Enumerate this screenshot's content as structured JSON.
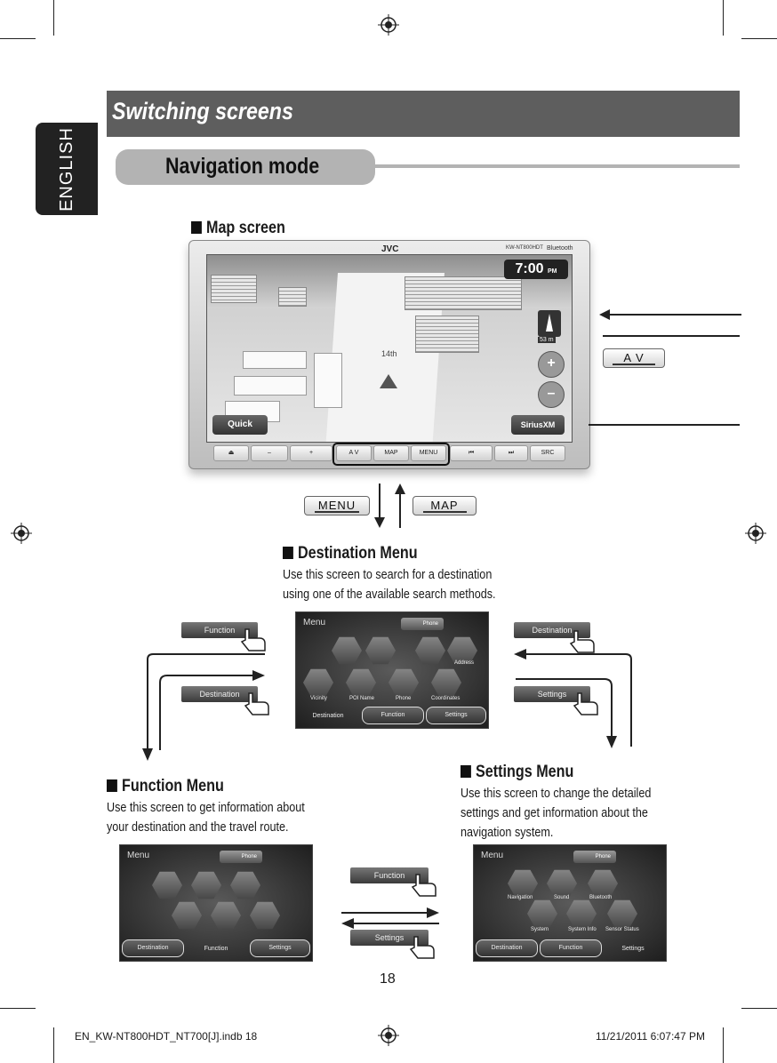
{
  "side_tab": "ENGLISH",
  "title": "Switching screens",
  "subtitle": "Navigation mode",
  "map_section": {
    "heading": "Map screen",
    "unit": {
      "brand": "JVC",
      "model": "KW-NT800HDT",
      "bluetooth": "Bluetooth",
      "clock": "7:00",
      "clock_suffix": "PM",
      "street": "14th",
      "scale": "53 m",
      "quick": "Quick",
      "sirius": "SiriusXM",
      "buttons": {
        "eject": "⏏",
        "minus": "–",
        "plus": "+",
        "av": "A V",
        "map": "MAP",
        "menu": "MENU",
        "prev": "⏮",
        "next": "⏭",
        "src": "SRC"
      }
    },
    "av_button": "A V"
  },
  "menu_button": "MENU",
  "map_button": "MAP",
  "destination_section": {
    "heading": "Destination Menu",
    "desc_line1": "Use this screen to search for a destination",
    "desc_line2": "using one of the available search methods.",
    "screen": {
      "title": "Menu",
      "phone": "Phone",
      "items": [
        "Vicinity",
        "POI Name",
        "Phone",
        "Coordinates",
        "Address"
      ],
      "tabs": [
        "Destination",
        "Function",
        "Settings"
      ]
    }
  },
  "function_section": {
    "heading": "Function Menu",
    "desc_line1": "Use this screen to get information about",
    "desc_line2": "your destination and the travel route.",
    "screen": {
      "title": "Menu",
      "phone": "Phone",
      "tabs": [
        "Destination",
        "Function",
        "Settings"
      ]
    }
  },
  "settings_section": {
    "heading": "Settings Menu",
    "desc_line1": "Use this screen to change the detailed",
    "desc_line2": "settings and get information about the",
    "desc_line3": "navigation system.",
    "screen": {
      "title": "Menu",
      "phone": "Phone",
      "items": [
        "Navigation",
        "Sound",
        "Bluetooth",
        "System",
        "System Info",
        "Sensor Status"
      ],
      "tabs": [
        "Destination",
        "Function",
        "Settings"
      ]
    }
  },
  "tap_buttons": {
    "function": "Function",
    "destination": "Destination",
    "settings": "Settings"
  },
  "page_number": "18",
  "footer_left": "EN_KW-NT800HDT_NT700[J].indb   18",
  "footer_right": "11/21/2011   6:07:47 PM"
}
